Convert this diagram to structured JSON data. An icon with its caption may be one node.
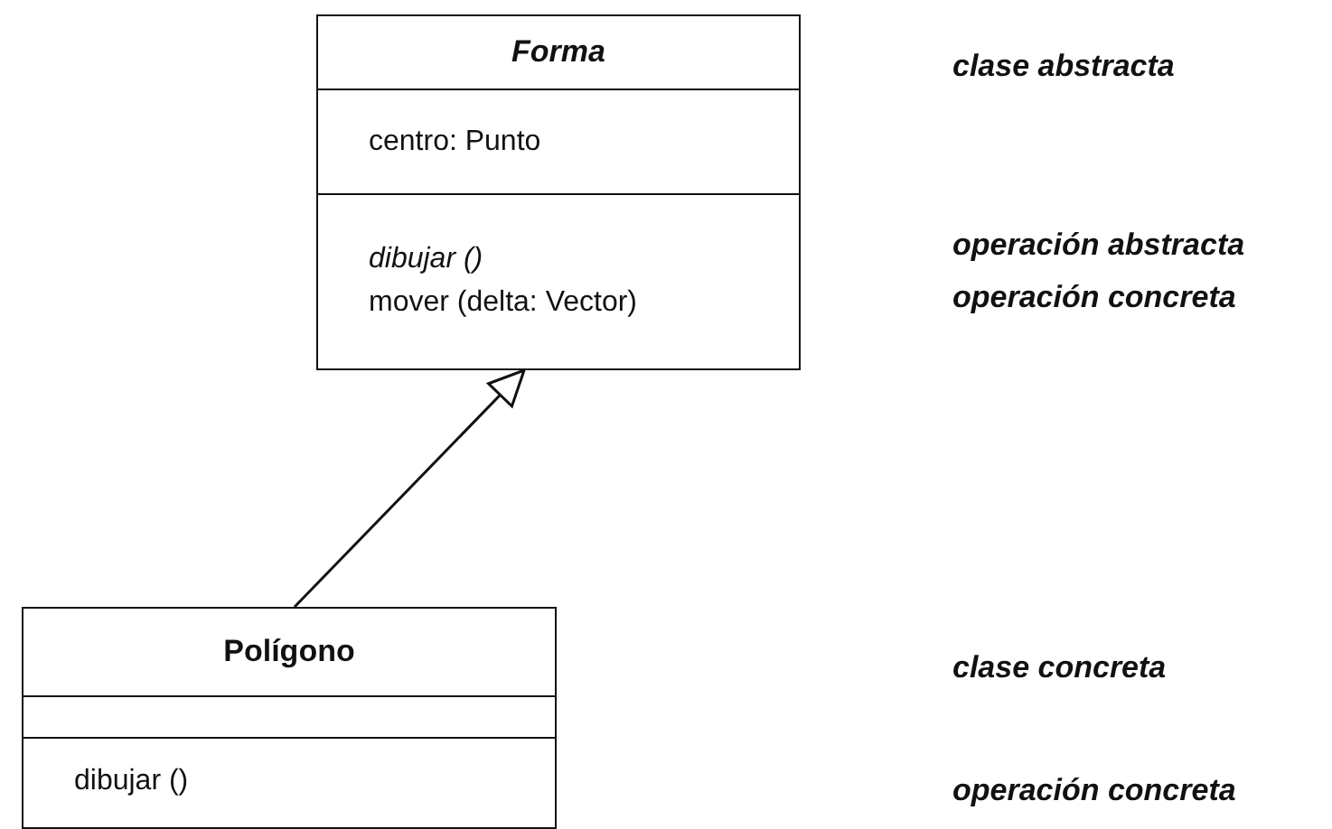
{
  "diagram": {
    "nodes": [
      {
        "text": [
          "Forma",
          "centro: Punto",
          "dibujar ()",
          "mover (delta: Vector)"
        ]
      },
      {
        "text": [
          "Polígono",
          "dibujar ()"
        ]
      }
    ],
    "edges": [
      {
        "from": 1,
        "to": 0,
        "arrow": "to"
      }
    ],
    "labels": [
      "clase abstracta",
      "operación abstracta",
      "operación concreta",
      "clase concreta",
      "operación concreta"
    ]
  }
}
